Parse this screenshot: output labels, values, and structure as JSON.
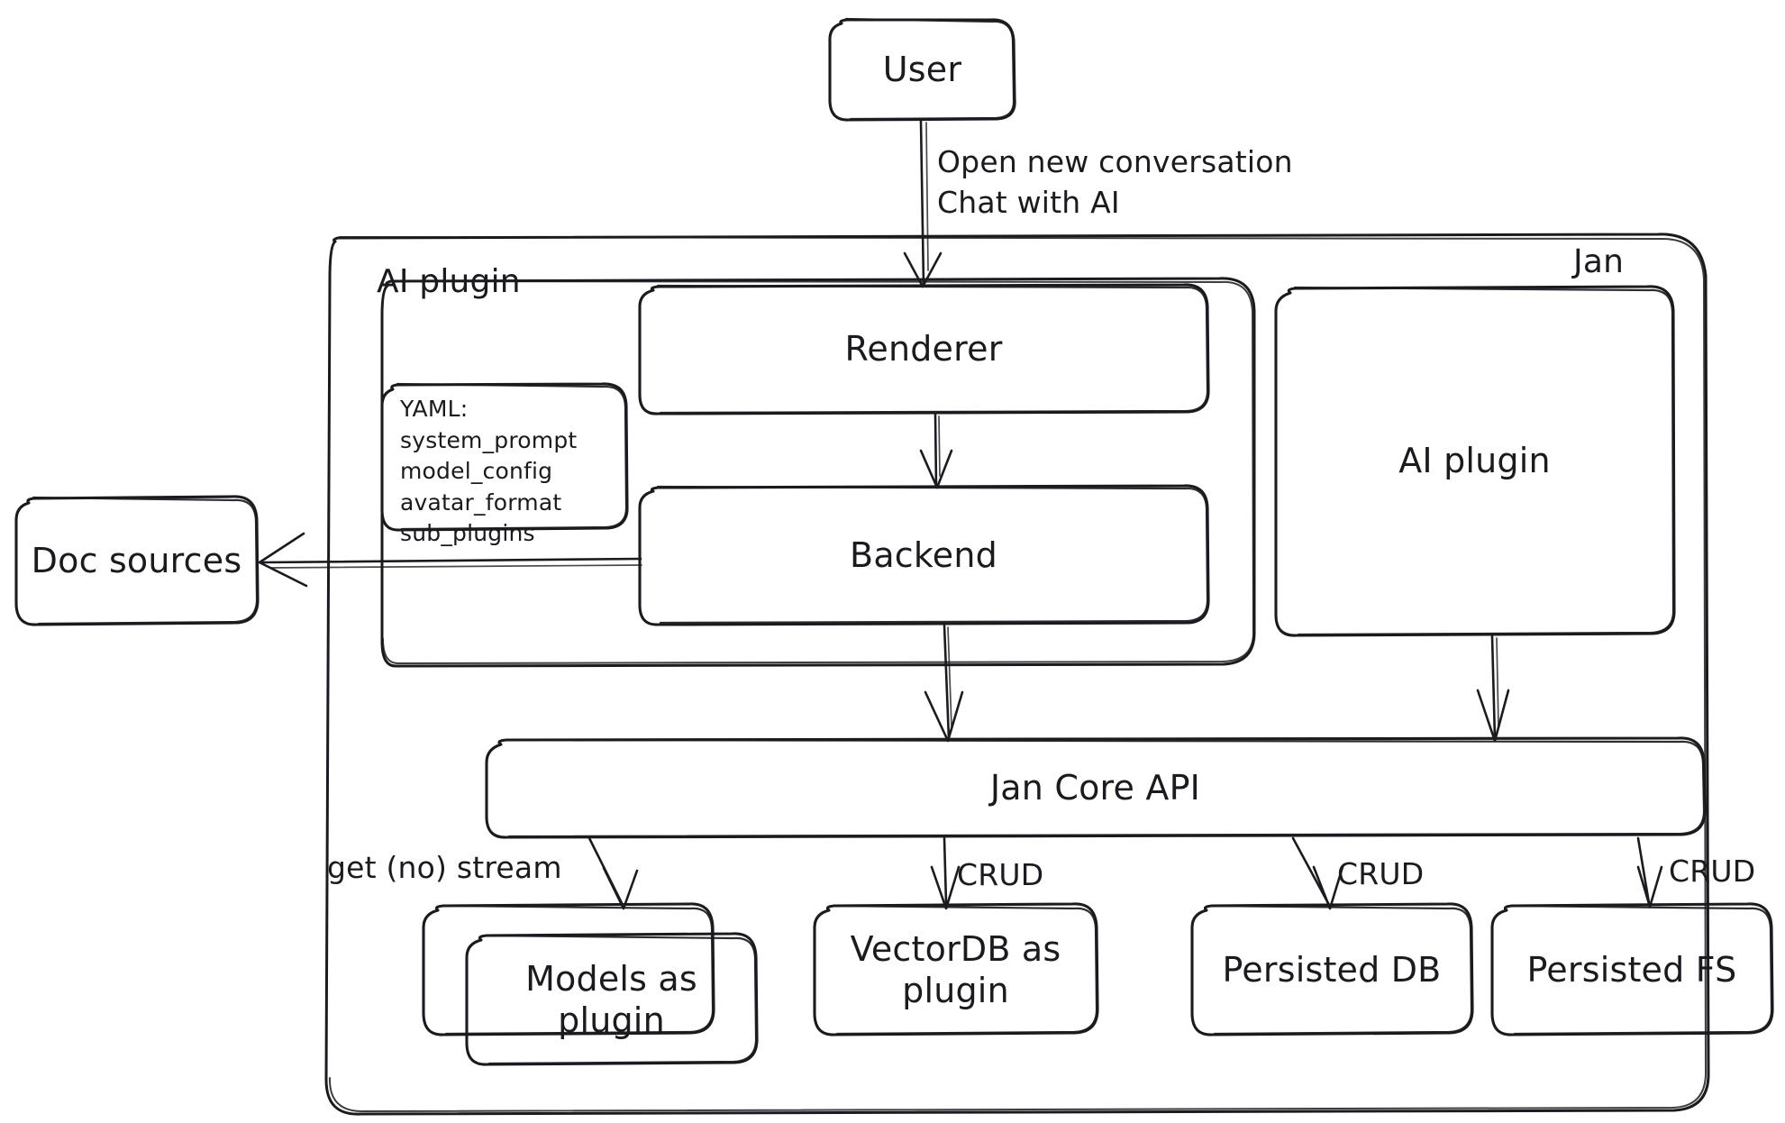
{
  "diagram": {
    "title": "Jan architecture diagram",
    "style": "hand-drawn",
    "stroke_color": "#1b1b1f",
    "background_color": "#ffffff"
  },
  "nodes": {
    "user": {
      "label": "User"
    },
    "jan_container": {
      "label": "Jan"
    },
    "ai_plugin_container": {
      "label": "AI plugin"
    },
    "yaml_note": {
      "title": "YAML:",
      "items": [
        "system_prompt",
        "model_config",
        "avatar_format",
        "sub_plugins"
      ]
    },
    "renderer": {
      "label": "Renderer"
    },
    "backend": {
      "label": "Backend"
    },
    "ai_plugin_box": {
      "label": "AI plugin"
    },
    "doc_sources": {
      "label": "Doc sources"
    },
    "jan_core_api": {
      "label": "Jan Core API"
    },
    "models_plugin": {
      "line1": "Models as",
      "line2": "plugin"
    },
    "vectordb_plugin": {
      "line1": "VectorDB as",
      "line2": "plugin"
    },
    "persisted_db": {
      "label": "Persisted DB"
    },
    "persisted_fs": {
      "label": "Persisted FS"
    }
  },
  "edges": {
    "user_to_renderer": {
      "line1": "Open new conversation",
      "line2": "Chat with AI"
    },
    "renderer_to_backend": {
      "label": ""
    },
    "backend_to_doc_sources": {
      "label": ""
    },
    "backend_to_core": {
      "label": ""
    },
    "ai_plugin_to_core": {
      "label": ""
    },
    "core_to_models": {
      "label": "get (no) stream"
    },
    "core_to_vectordb": {
      "label": "CRUD"
    },
    "core_to_persisted_db": {
      "label": "CRUD"
    },
    "core_to_persisted_fs": {
      "label": "CRUD"
    }
  }
}
